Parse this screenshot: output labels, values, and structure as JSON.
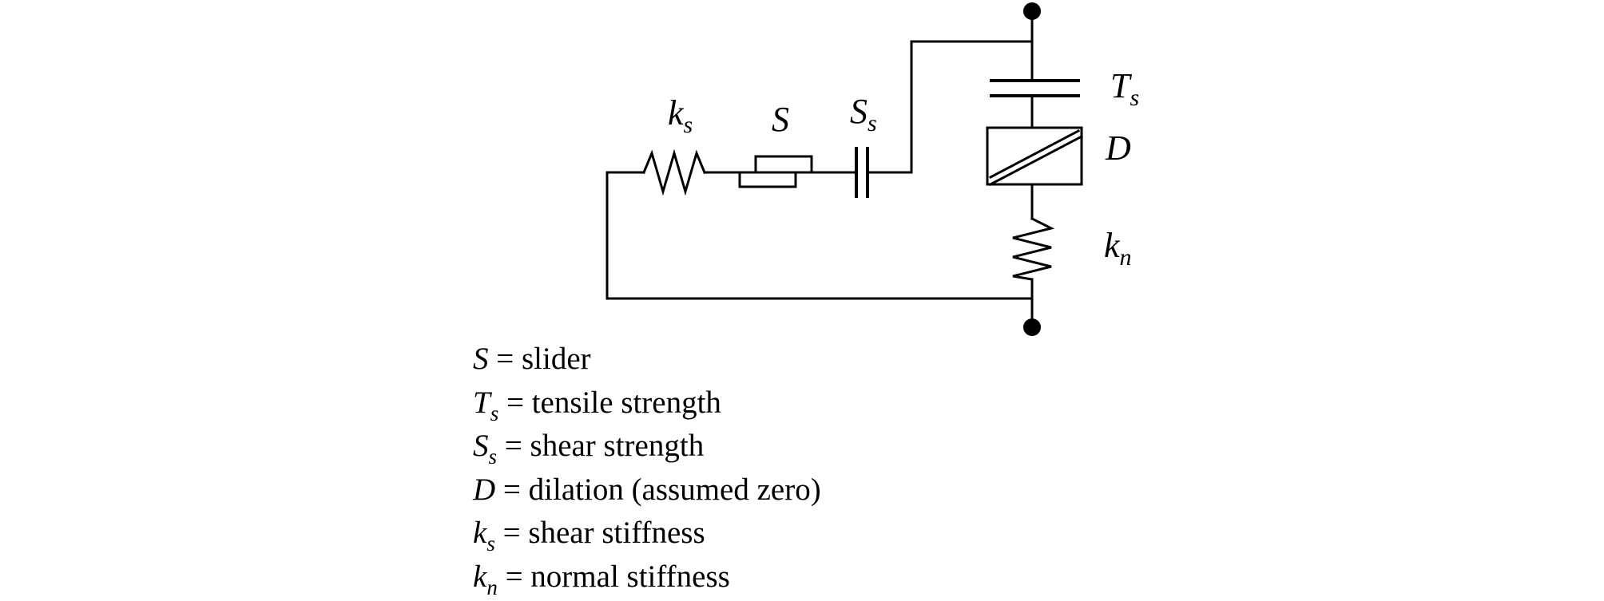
{
  "diagram": {
    "labels": {
      "ks": {
        "base": "k",
        "sub": "s"
      },
      "s": {
        "base": "S",
        "sub": ""
      },
      "ss": {
        "base": "S",
        "sub": "s"
      },
      "ts": {
        "base": "T",
        "sub": "s"
      },
      "d": {
        "base": "D",
        "sub": ""
      },
      "kn": {
        "base": "k",
        "sub": "n"
      }
    }
  },
  "legend": {
    "items": [
      {
        "symbol": "S",
        "sub": "",
        "text": "= slider"
      },
      {
        "symbol": "T",
        "sub": "s",
        "text": "= tensile strength"
      },
      {
        "symbol": "S",
        "sub": "s",
        "text": "= shear strength"
      },
      {
        "symbol": "D",
        "sub": "",
        "text": "= dilation (assumed zero)"
      },
      {
        "symbol": "k",
        "sub": "s",
        "text": "= shear stiffness"
      },
      {
        "symbol": "k",
        "sub": "n",
        "text": "= normal stiffness"
      }
    ]
  },
  "colors": {
    "line": "#000000",
    "background": "#ffffff"
  }
}
